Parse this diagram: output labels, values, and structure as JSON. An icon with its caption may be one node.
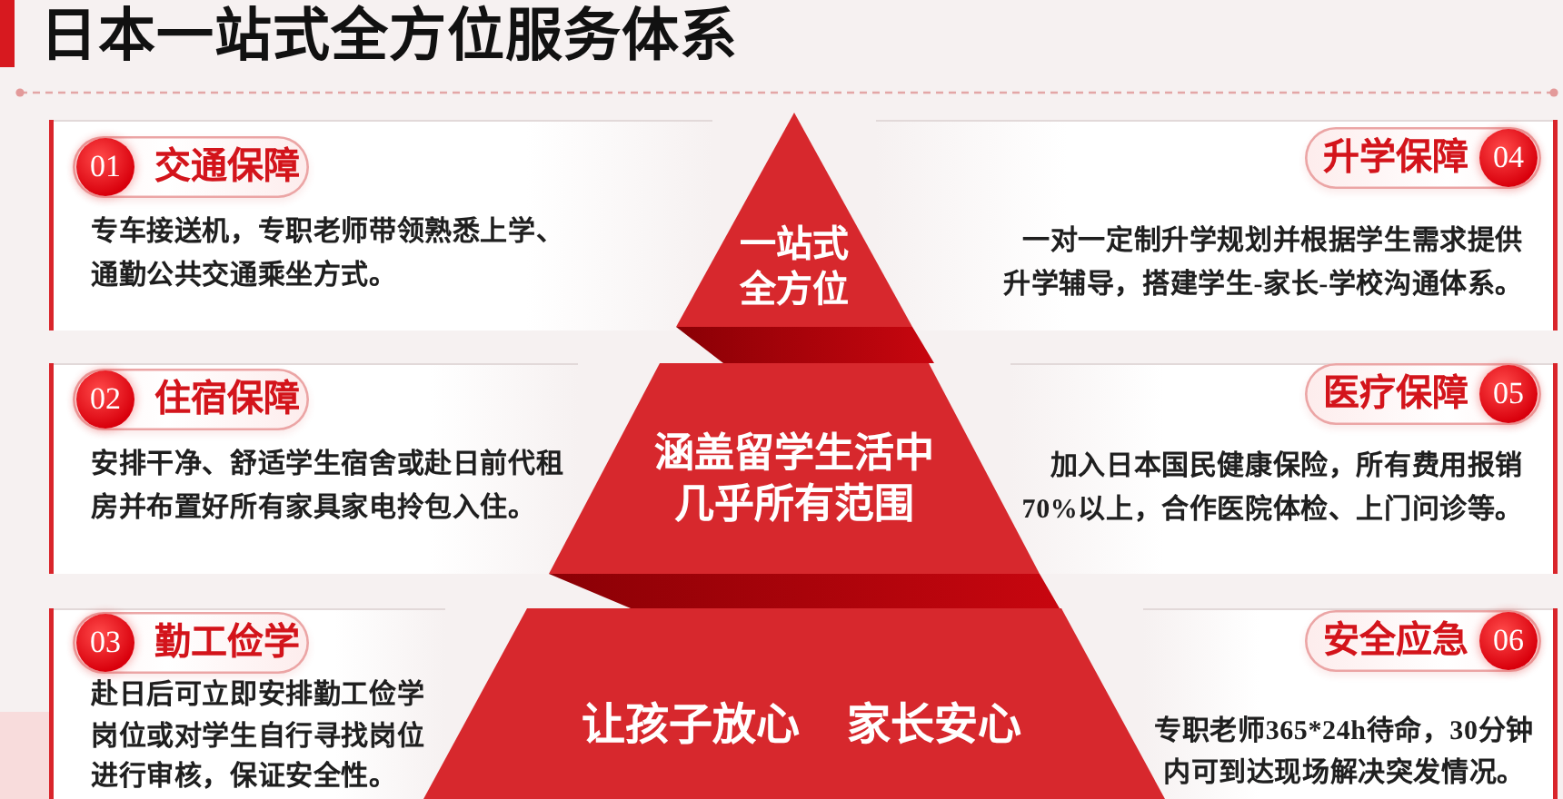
{
  "diagram": {
    "title": "日本一站式全方位服务体系",
    "nodes": [
      {
        "text": [
          "专车接送机，专职老师带领熟悉上学、通勤公共交通乘坐方式。"
        ]
      },
      {
        "text": [
          "交通保障"
        ],
        "in": 0
      },
      {
        "text": [
          "01"
        ],
        "in": 1
      },
      {
        "text": [
          "一站式全方位"
        ]
      },
      {
        "text": [
          "一对一定制升学规划并根据学生需求提供升学辅导，搭建学生-家长-学校沟通体系。"
        ]
      },
      {
        "text": [
          "升学保障"
        ],
        "in": 4
      },
      {
        "text": [
          "04"
        ],
        "in": 5
      },
      {
        "text": [
          "安排干净、舒适学生宿舍或赴日前代租房并布置好所有家具家电拎包入住。"
        ]
      },
      {
        "text": [
          "住宿保障"
        ],
        "in": 7
      },
      {
        "text": [
          "02"
        ],
        "in": 8
      },
      {
        "text": [
          "涵盖留学生活中几乎所有范围"
        ]
      },
      {
        "text": [
          "加入日本国民健康保险，所有费用报销70%以上，合作医院体检、上门问诊等。"
        ]
      },
      {
        "text": [
          "医疗保障"
        ],
        "in": 11
      },
      {
        "text": [
          "05"
        ],
        "in": 12
      },
      {
        "text": [
          "赴日后可立即安排勤工俭学岗位或对学生自行寻找岗位进行审核，保证安全性。"
        ]
      },
      {
        "text": [
          "勤工俭学"
        ],
        "in": 14
      },
      {
        "text": [
          "03"
        ],
        "in": 15
      },
      {
        "text": [
          "让孩子放心",
          "家长安心"
        ]
      },
      {
        "text": [
          "专职老师365*24h待命，30分钟内可到达现场解决突发情况。"
        ]
      },
      {
        "text": [
          "安全应急"
        ],
        "in": 18
      },
      {
        "text": [
          "06"
        ],
        "in": 19
      }
    ]
  }
}
